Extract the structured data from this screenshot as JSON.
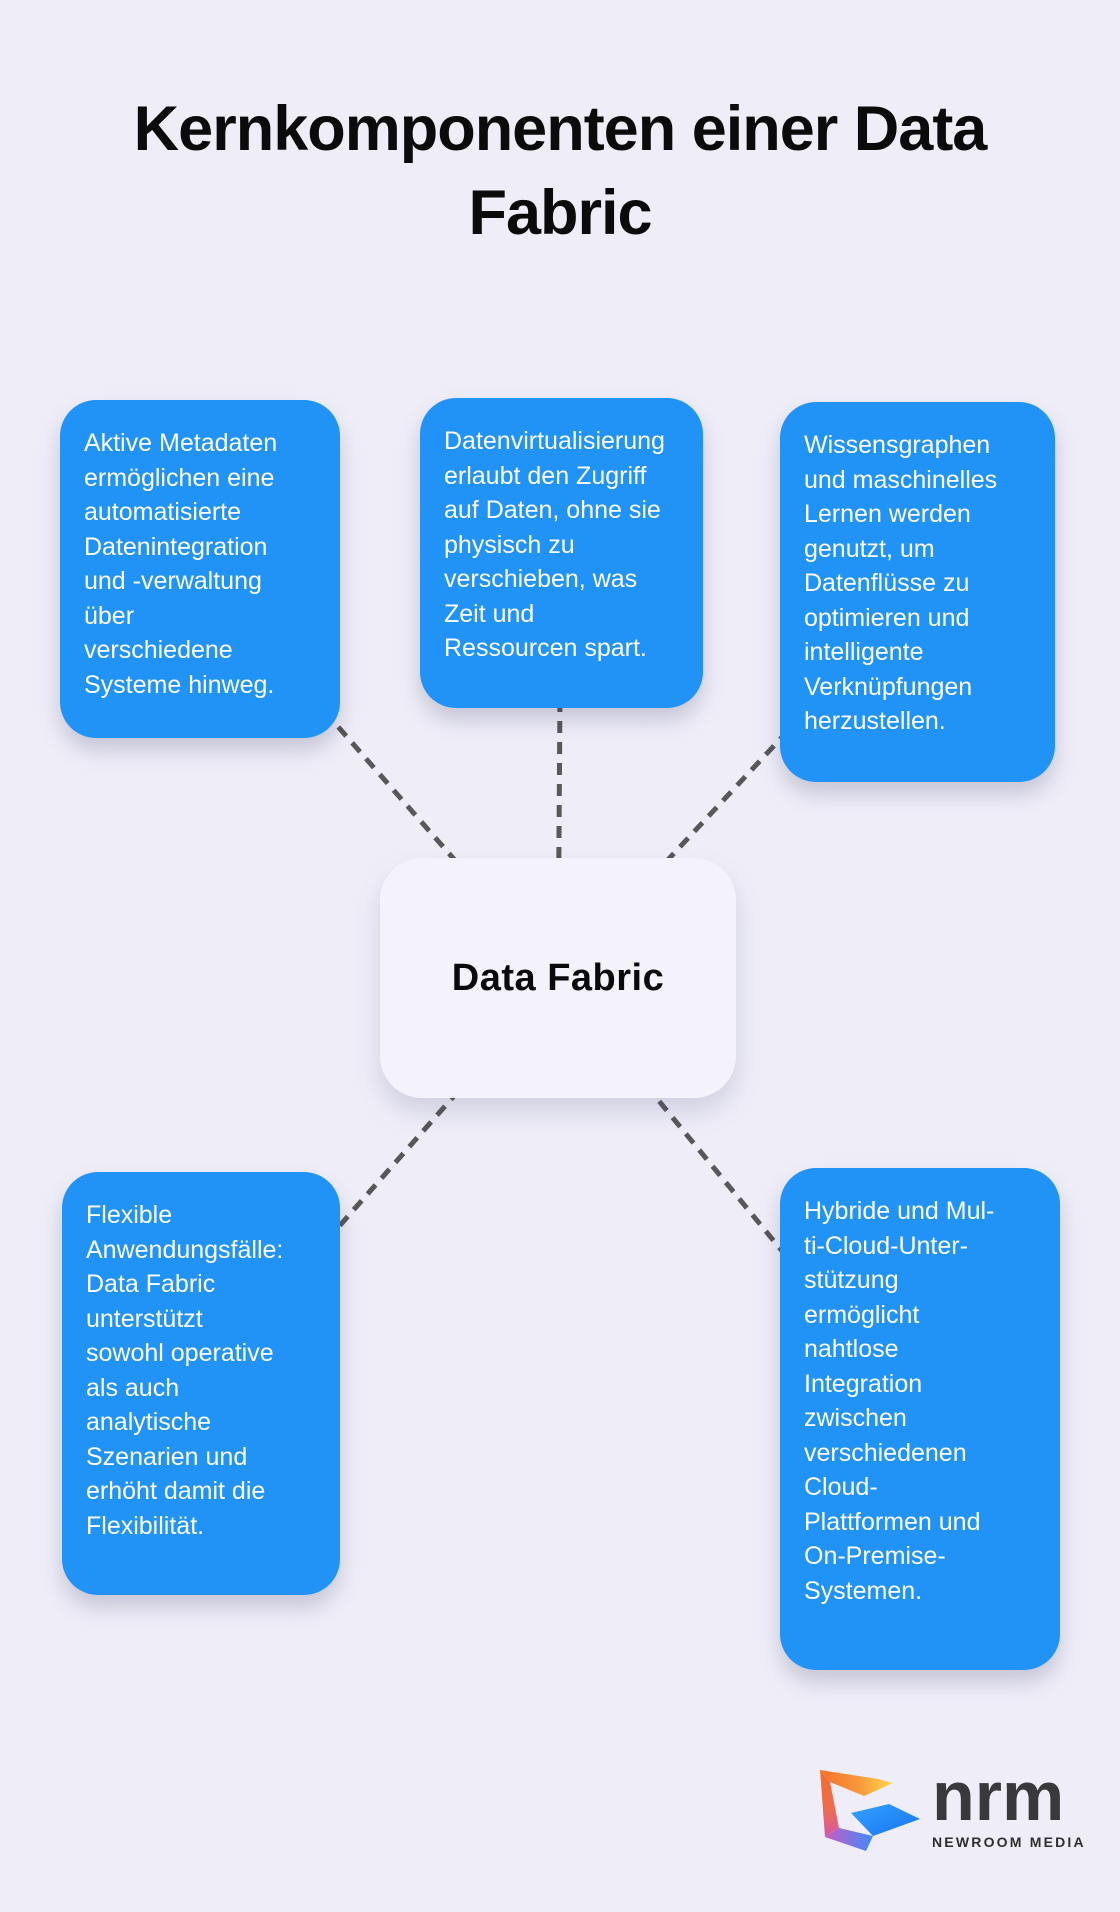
{
  "title": "Kernkomponenten einer Data\nFabric",
  "center_node": {
    "label": "Data Fabric"
  },
  "nodes": [
    {
      "id": "aktive-metadaten",
      "text": "Aktive Metadaten\nermöglichen eine\nautomatisierte\nDatenintegration\nund -verwaltung\nüber\nverschiedene\nSysteme hinweg."
    },
    {
      "id": "datenvirtualisierung",
      "text": "Datenvirtualisierung\nerlaubt den Zugriff\nauf Daten, ohne sie\nphysisch zu\nverschieben, was\nZeit und\nRessourcen spart."
    },
    {
      "id": "wissensgraphen",
      "text": "Wissensgraphen\nund maschinelles\nLernen werden\ngenutzt, um\nDatenflüsse zu\noptimieren und\nintelligente\nVerknüpfungen\nherzustellen."
    },
    {
      "id": "flexible-anwendungsfaelle",
      "text": "Flexible\nAnwendungsfälle:\nData Fabric\nunterstützt\nsowohl operative\nals auch\nanalytische\nSzenarien und\nerhöht damit die\nFlexibilität."
    },
    {
      "id": "hybride-multi-cloud",
      "text": "Hybride und Mul-\nti-Cloud-Unter-\nstützung\nermöglicht\nnahtlose\nIntegration\nzwischen\nverschiedenen\nCloud-\nPlattformen und\nOn-Premise-\nSystemen."
    }
  ],
  "branding": {
    "logo_text": "nrm",
    "logo_subtext": "NEWROOM MEDIA"
  },
  "colors": {
    "background": "#EFEEF8",
    "node_blue": "#2193F7",
    "node_text": "#FFFFFF",
    "connector": "#585858",
    "center_bg": "#F4F3FB",
    "title_color": "#0B0B0C",
    "logo_text": "#39393B",
    "logo_subtext": "#2E2E30",
    "logo_gradient_orange": "#F4702B",
    "logo_gradient_yellow": "#FFD84F",
    "logo_gradient_magenta": "#D558B0",
    "logo_gradient_blue": "#1E85FB"
  }
}
